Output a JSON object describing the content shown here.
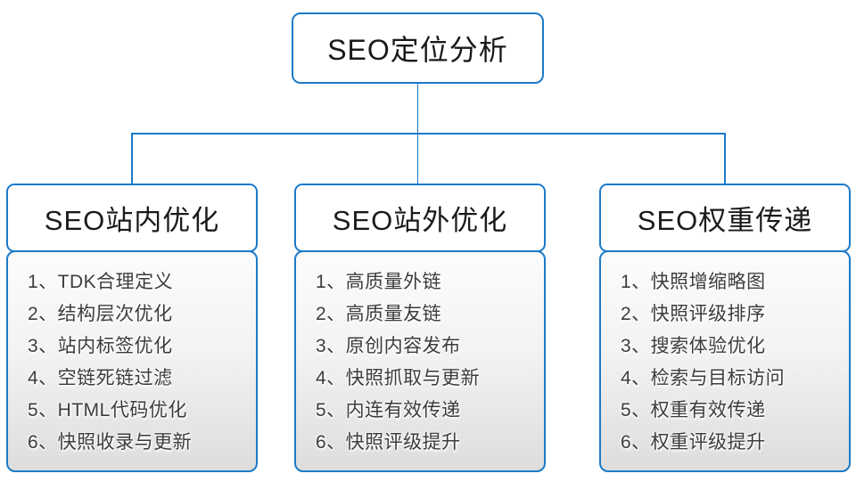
{
  "diagram": {
    "title": "SEO定位分析",
    "colors": {
      "line_blue": "#1b7ac9",
      "node_background": "#ffffff",
      "list_gradient_top": "#fcfcfc",
      "list_gradient_bottom": "#dddddd",
      "text_dark": "#1a1a1a",
      "list_text": "#3c3c3c"
    },
    "root": {
      "label": "SEO定位分析"
    },
    "columns": [
      {
        "title": "SEO站内优化",
        "items": [
          "1、TDK合理定义",
          "2、结构层次优化",
          "3、站内标签优化",
          "4、空链死链过滤",
          "5、HTML代码优化",
          "6、快照收录与更新"
        ]
      },
      {
        "title": "SEO站外优化",
        "items": [
          "1、高质量外链",
          "2、高质量友链",
          "3、原创内容发布",
          "4、快照抓取与更新",
          "5、内连有效传递",
          "6、快照评级提升"
        ]
      },
      {
        "title": "SEO权重传递",
        "items": [
          "1、快照增缩略图",
          "2、快照评级排序",
          "3、搜索体验优化",
          "4、检索与目标访问",
          "5、权重有效传递",
          "6、权重评级提升"
        ]
      }
    ]
  }
}
